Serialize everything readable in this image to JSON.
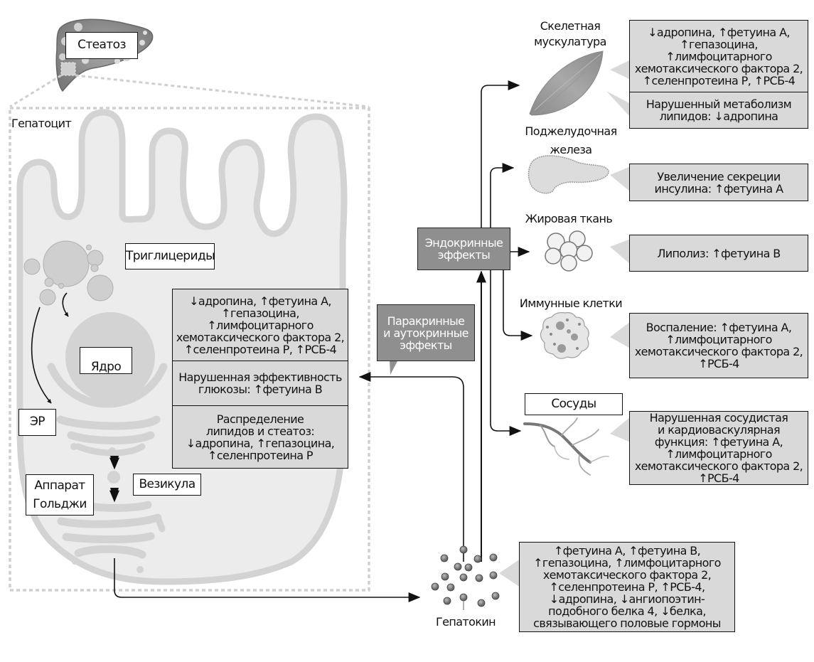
{
  "labels": {
    "steatosis": "Стеатоз",
    "hepatocyte": "Гепатоцит",
    "triglycerides": "Триглицериды",
    "nucleus": "Ядро",
    "er": "ЭР",
    "vesicle": "Везикула",
    "golgi": "Аппарат\nГольджи",
    "hepatokine": "Гепатокин",
    "paracrine": "Паракринные\nи аутокринные\nэффекты",
    "endocrine": "Эндокринные\nэффекты"
  },
  "hepatocyte_effects": [
    "↓адропина, ↑фетуина А,\n↑гепазоцина,\n↑лимфоцитарного\nхемотаксического фактора 2,\n↑селенпротеина Р, ↑РСБ-4",
    "Нарушенная эффективность\nглюкозы: ↑фетуина В",
    "Распределение\nлипидов и стеатоз:\n↓адропина, ↑гепазоцина,\n↑селенпротеина Р"
  ],
  "hepatokine_list": "↑фетуина А, ↑фетуина В,\n↑гепазоцина, ↑лимфоцитарного\nхемотаксического фактора 2,\n↑селенпротеина Р, ↑РСБ-4,\n↓адропина, ↓ангиопоэтин-\nподобного белка 4, ↓белка,\nсвязывающего половые гормоны",
  "organs": {
    "muscle": {
      "name": "Скелетная\nмускулатура",
      "effects": [
        "↓адропина, ↑фетуина А,\n↑гепазоцина,\n↑лимфоцитарного\nхемотаксического фактора 2,\n↑селенпротеина Р, ↑РСБ-4",
        "Нарушенный метаболизм\nлипидов: ↓адропина"
      ]
    },
    "pancreas": {
      "name": "Поджелудочная\nжелеза",
      "effect": "Увеличение секреции\nинсулина: ↑фетуина А"
    },
    "adipose": {
      "name": "Жировая ткань",
      "effect": "Липолиз: ↑фетуина В"
    },
    "immune": {
      "name": "Иммунные клетки",
      "effect": "Воспаление: ↑фетуина А,\n↑лимфоцитарного\nхемотаксического фактора 2,\n↑РСБ-4"
    },
    "vessels": {
      "name": "Сосуды",
      "effect": "Нарушенная сосудистая\nи кардиоваскулярная\nфункция: ↑фетуина А,\n↑лимфоцитарного\nхемотаксического фактора 2,\n↑РСБ-4"
    }
  },
  "colors": {
    "cell_fill": "#ececec",
    "cell_outline": "#d3d3d3",
    "organelle": "#d3d3d3",
    "effect_box": "#d9d9d9",
    "dark_box": "#8f8f8f",
    "dotted_frame": "#cfcfcf",
    "arrow": "#111111"
  }
}
